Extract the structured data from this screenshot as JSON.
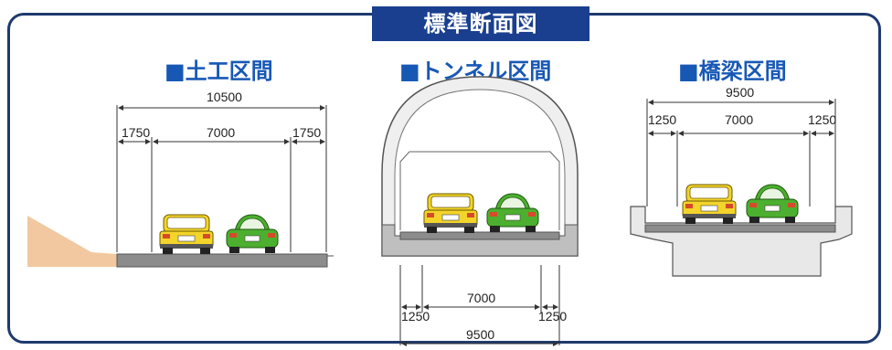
{
  "title": "標準断面図",
  "sections": {
    "earthwork": {
      "heading": "■土工区間",
      "total_width": "10500",
      "shoulder_left": "1750",
      "carriageway": "7000",
      "shoulder_right": "1750"
    },
    "tunnel": {
      "heading": "■トンネル区間",
      "carriageway": "7000",
      "shoulder_left": "1250",
      "shoulder_right": "1250",
      "total_width": "9500"
    },
    "bridge": {
      "heading": "■橋梁区間",
      "total_width": "9500",
      "shoulder_left": "1250",
      "carriageway": "7000",
      "shoulder_right": "1250"
    }
  },
  "colors": {
    "frame": "#1e3a6e",
    "banner": "#1a3f8f",
    "heading": "#1858b5",
    "road": "#8c8c8c",
    "structure": "#e8e8e8",
    "embankment": "#f2c8a0",
    "yellow_car": "#f3d42a",
    "green_car": "#4caf2f"
  }
}
